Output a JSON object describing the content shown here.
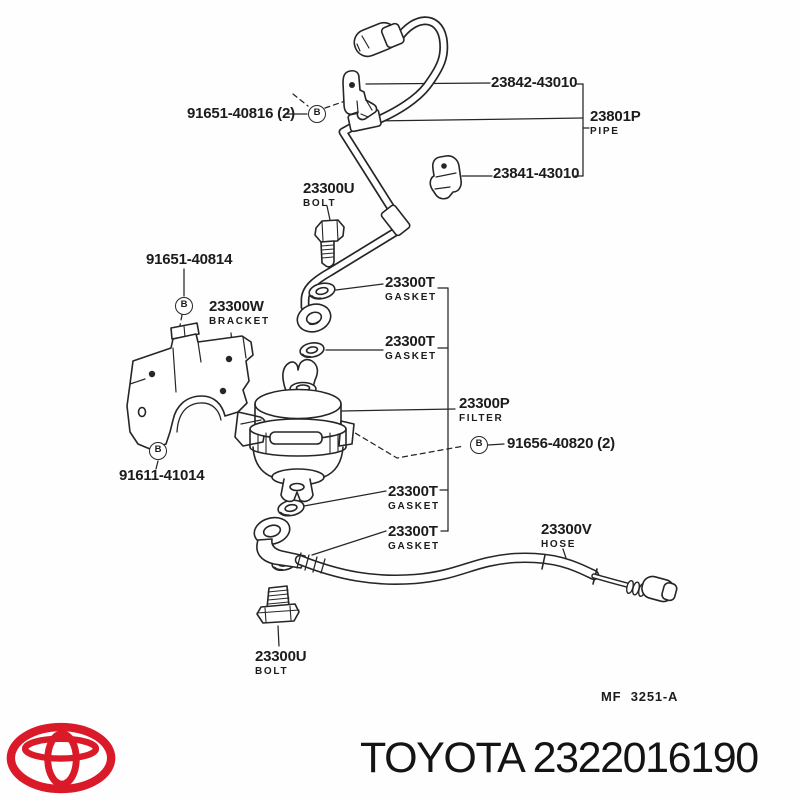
{
  "page": {
    "background": "#fefefe",
    "line_color": "#262626"
  },
  "diagram": {
    "code": "MF 3251-A",
    "b_glyph": "B",
    "labels": [
      {
        "part": "23842-43010",
        "sub": ""
      },
      {
        "part": "91651-40816 (2)",
        "sub": ""
      },
      {
        "part": "23801P",
        "sub": "PIPE"
      },
      {
        "part": "23841-43010",
        "sub": ""
      },
      {
        "part": "23300U",
        "sub": "BOLT"
      },
      {
        "part": "91651-40814",
        "sub": ""
      },
      {
        "part": "23300W",
        "sub": "BRACKET"
      },
      {
        "part": "23300T",
        "sub": "GASKET"
      },
      {
        "part": "23300T",
        "sub": "GASKET"
      },
      {
        "part": "23300P",
        "sub": "FILTER"
      },
      {
        "part": "91656-40820 (2)",
        "sub": ""
      },
      {
        "part": "91611-41014",
        "sub": ""
      },
      {
        "part": "23300T",
        "sub": "GASKET"
      },
      {
        "part": "23300T",
        "sub": "GASKET"
      },
      {
        "part": "23300V",
        "sub": "HOSE"
      },
      {
        "part": "23300U",
        "sub": "BOLT"
      }
    ]
  },
  "footer": {
    "brand_text": "TOYOTA 2322016190",
    "logo_name": "toyota-logo",
    "logo_color": "#da1a28"
  }
}
